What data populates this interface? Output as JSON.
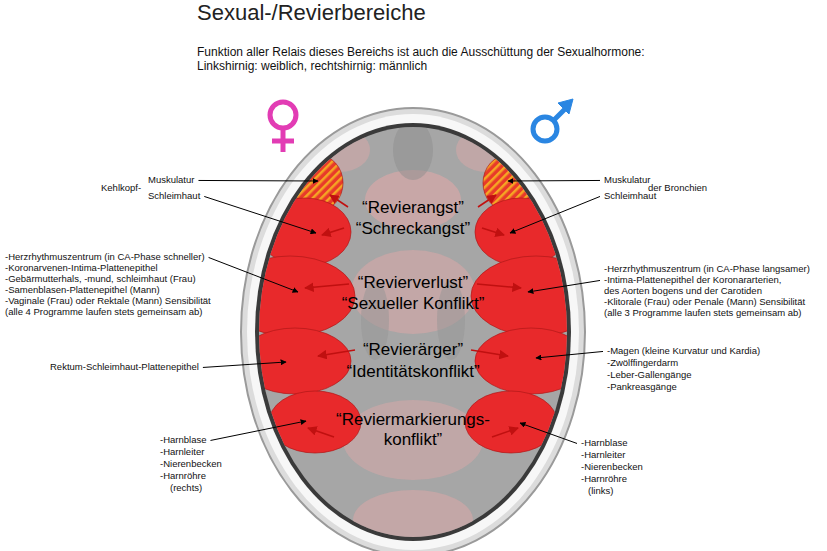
{
  "diagram": {
    "title": "Sexual-/Revierbereiche",
    "labels": [
      "Funktion aller Relais dieses Bereichs ist auch die Ausschüttung der Sexualhormone:",
      "Linkshirnig: weiblich, rechtshirnig: männlich",
      "Muskulatur",
      "Kehlkopf-",
      "Schleimhaut",
      "Muskulatur",
      "der Bronchien",
      "Schleimhaut",
      "“Revierangst”",
      "“Schreckangst”",
      "-Herzrhythmuszentrum (in CA-Phase schneller)",
      "-Koronarvenen-Intima-Plattenepithel",
      "-Gebärmutterhals, -mund, schleimhaut (Frau)",
      "-Samenblasen-Plattenepithel (Mann)",
      "-Vaginale (Frau) oder Rektale (Mann) Sensibilität",
      "(alle 4 Programme laufen stets gemeinsam ab)",
      "-Herzrhythmuszentrum (in CA-Phase langsamer)",
      "-Intima-Plattenepithel der Koronararterien,",
      "des Aorten bogens und der Carotiden",
      "-Klitorale (Frau) oder Penale (Mann) Sensibilität",
      "(alle 3 Programme laufen stets gemeinsam ab)",
      "“Revierverlust”",
      "“Sexueller Konflikt”",
      "Rektum-Schleimhaut-Plattenepithel",
      "-Magen (kleine Kurvatur und Kardia)",
      "-Zwölffingerdarm",
      "-Leber-Gallengänge",
      "-Pankreasgänge",
      "“Revierärger”",
      "“Identitätskonflikt”",
      "“Reviermarkierungs- konflikt”",
      "-Harnblase",
      "-Harnleiter",
      "-Nierenbecken",
      "-Harnröhre",
      "(rechts)",
      "-Harnblase",
      "-Harnleiter",
      "-Nierenbecken",
      "-Harnröhre",
      "(links)"
    ]
  }
}
